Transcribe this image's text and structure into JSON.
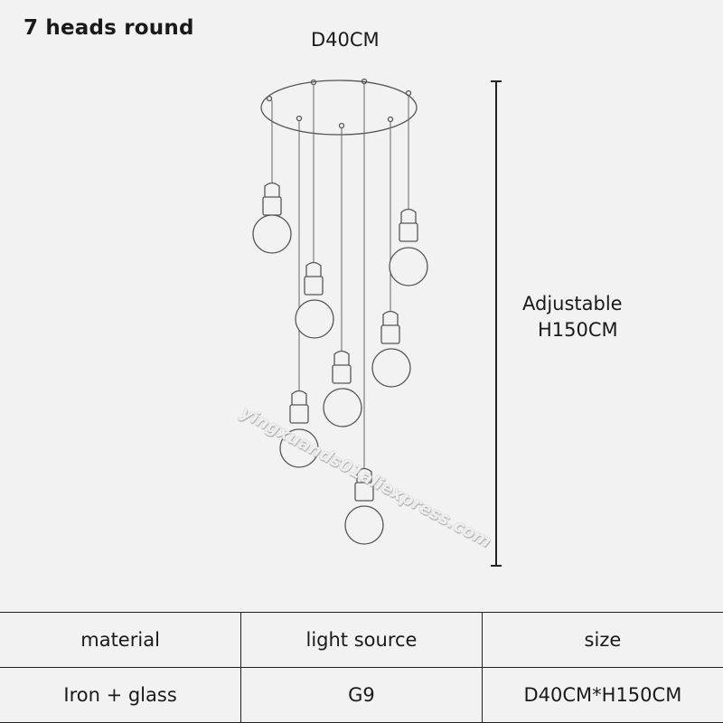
{
  "header": {
    "title": "7 heads round",
    "diameter_label": "D40CM"
  },
  "dimension": {
    "line1": "Adjustable",
    "line2": "H150CM"
  },
  "watermark": "yingxuands01aliexpress.com",
  "specs": {
    "headers": [
      "material",
      "light source",
      "size"
    ],
    "values": [
      "Iron + glass",
      "G9",
      "D40CM*H150CM"
    ]
  }
}
